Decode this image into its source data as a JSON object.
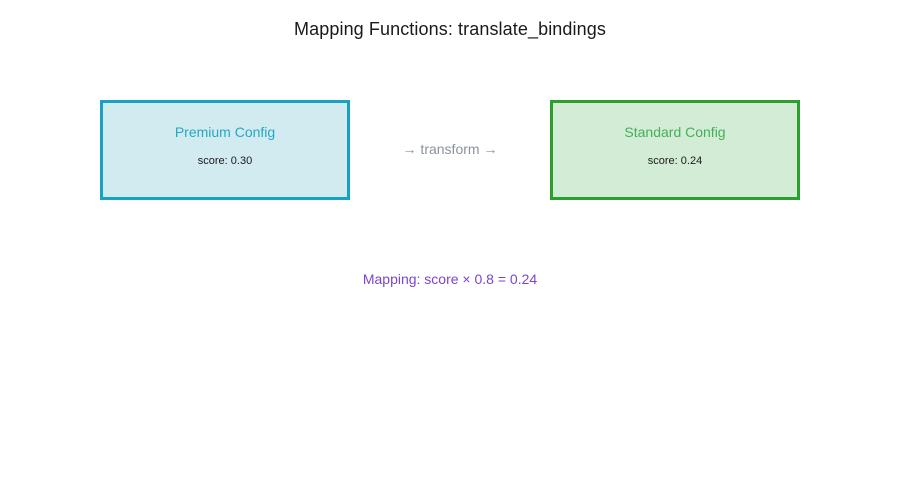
{
  "diagram": {
    "title": "Mapping Functions: translate_bindings",
    "transform_label": "→ transform →",
    "transform_arrow_icon": "right-arrow-icon",
    "formula": "Mapping: score × 0.8 = 0.24",
    "colors": {
      "source_border": "#17a2c2",
      "source_fill": "#d2ebf0",
      "source_text": "#25a8c4",
      "target_border": "#2ca02c",
      "target_fill": "#d2ecd6",
      "target_text": "#44b05a",
      "transform_text": "#8a939f",
      "formula_text": "#7a45cf",
      "title_text": "#1a1a1a",
      "metric_text": "#1a1a1a",
      "background": "#ffffff"
    },
    "nodes": [
      {
        "id": "source",
        "title": "Premium Config",
        "metric": "score: 0.30",
        "score": 0.3
      },
      {
        "id": "target",
        "title": "Standard Config",
        "metric": "score: 0.24",
        "score": 0.24
      }
    ]
  }
}
